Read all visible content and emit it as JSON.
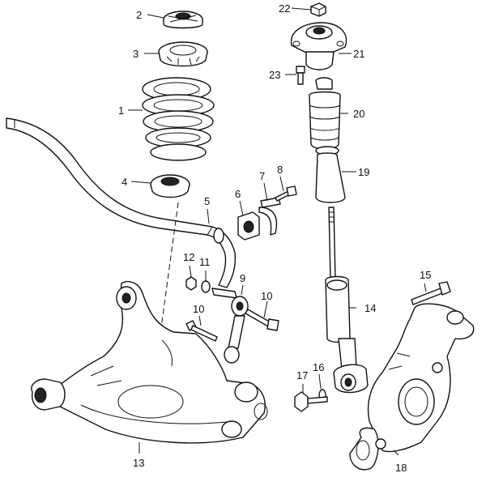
{
  "diagram": {
    "callouts": [
      {
        "id": "c1",
        "text": "1"
      },
      {
        "id": "c2",
        "text": "2"
      },
      {
        "id": "c3",
        "text": "3"
      },
      {
        "id": "c4",
        "text": "4"
      },
      {
        "id": "c5",
        "text": "5"
      },
      {
        "id": "c6",
        "text": "6"
      },
      {
        "id": "c7",
        "text": "7"
      },
      {
        "id": "c8",
        "text": "8"
      },
      {
        "id": "c9",
        "text": "9"
      },
      {
        "id": "c10a",
        "text": "10"
      },
      {
        "id": "c10b",
        "text": "10"
      },
      {
        "id": "c11",
        "text": "11"
      },
      {
        "id": "c12",
        "text": "12"
      },
      {
        "id": "c13",
        "text": "13"
      },
      {
        "id": "c14",
        "text": "14"
      },
      {
        "id": "c15",
        "text": "15"
      },
      {
        "id": "c16",
        "text": "16"
      },
      {
        "id": "c17",
        "text": "17"
      },
      {
        "id": "c18",
        "text": "18"
      },
      {
        "id": "c19",
        "text": "19"
      },
      {
        "id": "c20",
        "text": "20"
      },
      {
        "id": "c21",
        "text": "21"
      },
      {
        "id": "c22",
        "text": "22"
      },
      {
        "id": "c23",
        "text": "23"
      }
    ]
  }
}
